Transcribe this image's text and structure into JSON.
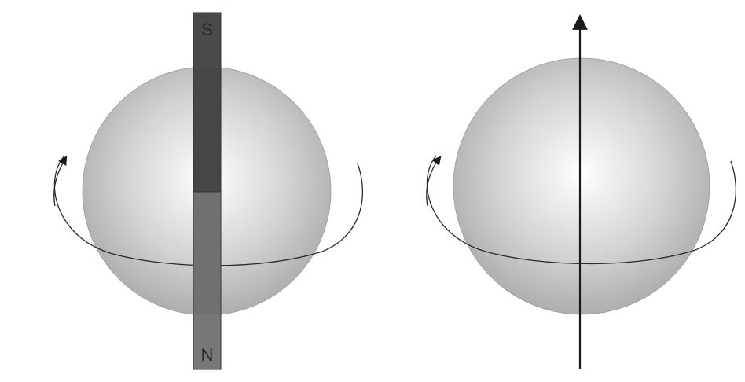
{
  "left_panel": {
    "magnet": {
      "top_label": "S",
      "bottom_label": "N"
    }
  },
  "colors": {
    "sphere_highlight": "#ffffff",
    "sphere_shadow": "#a9a9a9",
    "magnet_south": "#4a4a4a",
    "magnet_north": "#777777",
    "outline": "#2a2a2a"
  },
  "icons": {
    "rotation": "circular-rotation-arrow",
    "axis": "vertical-up-arrow"
  }
}
